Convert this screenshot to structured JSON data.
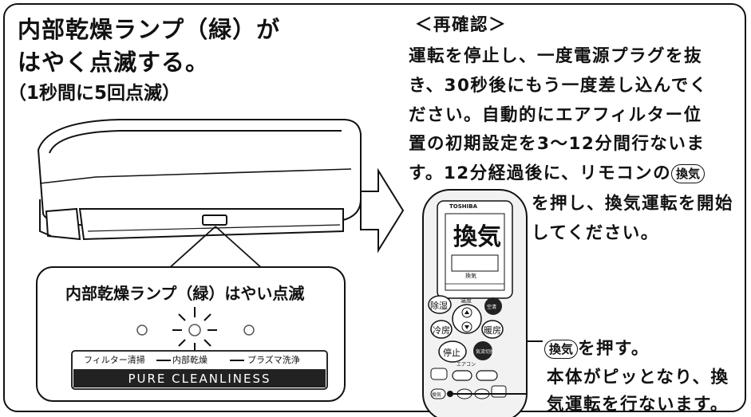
{
  "title": {
    "line1": "内部乾燥ランプ（緑）が",
    "line2": "はやく点滅する。",
    "line3": "（1秒間に5回点滅）"
  },
  "callout": {
    "label": "内部乾燥ランプ（緑）はやい点滅",
    "panel_labels": {
      "filter": "フィルター清掃",
      "dry": "内部乾燥",
      "plasma": "プラズマ洗浄"
    },
    "brand_bar": "PURE CLEANLINESS"
  },
  "recheck": {
    "heading": "＜再確認＞",
    "lines": [
      "運転を停止し、一度電源プラグを抜",
      "き、30秒後にもう一度差し込んでく",
      "ださい。自動的にエアフィルター位",
      "置の初期設定を3～12分間行ないま",
      "す。12分経過後に、リモコンの"
    ],
    "button_inline": "換気",
    "after_lines": [
      "を押し、換気運転を開始",
      "してください。"
    ]
  },
  "instruction": {
    "button": "換気",
    "press": "を押す。",
    "line2": "本体がピッとなり、換",
    "line3": "気運転を行ないます。"
  },
  "remote": {
    "brand": "TOSHIBA",
    "display_big": "換気",
    "display_small": "換気",
    "buttons": {
      "dehumidify": "除湿",
      "cool": "冷房",
      "heat": "暖房",
      "stop": "停止",
      "temp": "温度",
      "air_clean": "空清",
      "vent_switch": "気流切換",
      "aircon": "エアコン",
      "vent_label": "換気"
    }
  }
}
